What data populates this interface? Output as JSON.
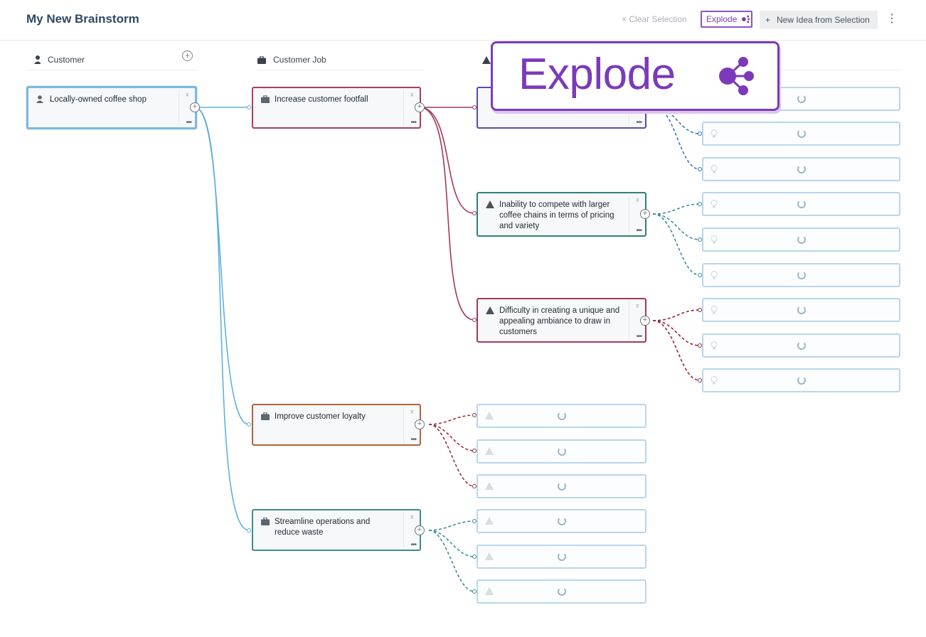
{
  "header": {
    "title": "My New Brainstorm",
    "clear_selection": "Clear Selection",
    "clear_icon": "×",
    "explode_label": "Explode",
    "new_idea_label": "New Idea from Selection",
    "new_idea_icon": "+",
    "more_icon": "⋮"
  },
  "columns": [
    {
      "label": "Customer",
      "icon": "person-icon"
    },
    {
      "label": "Customer Job",
      "icon": "briefcase-icon"
    }
  ],
  "callout": {
    "label": "Explode"
  },
  "cards": {
    "customer": "Locally-owned coffee shop",
    "job1": "Increase customer footfall",
    "job2": "Improve customer loyalty",
    "job3": "Streamline operations and reduce waste",
    "pain2": "Inability to compete with larger coffee chains in terms of pricing and variety",
    "pain3": "Difficulty in creating a unique and appealing ambiance to draw in customers"
  },
  "colors": {
    "accent": "#7c3aba",
    "customer_border": "#7cb8e0",
    "job1_border": "#b03a5e",
    "job2_border": "#b8603a",
    "job3_border": "#3a8e8e",
    "pain1_border": "#5b48b0",
    "pain2_border": "#2f7f7a",
    "pain3_border": "#a6375c"
  }
}
